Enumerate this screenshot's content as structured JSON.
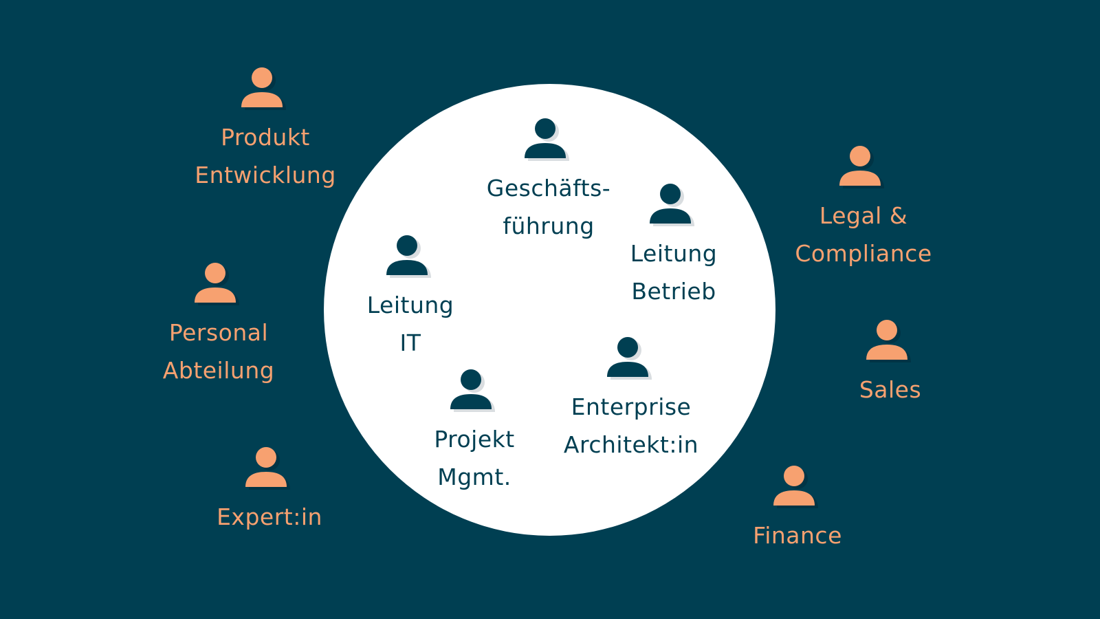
{
  "colors": {
    "background": "#003f52",
    "circle": "#ffffff",
    "outer_icon": "#f7a170",
    "inner_icon": "#003f52",
    "icon_shadow": "#d9dde0"
  },
  "icon": "person-icon",
  "inner_roles": [
    {
      "line1": "Geschäfts-",
      "line2": "führung"
    },
    {
      "line1": "Leitung",
      "line2": "Betrieb"
    },
    {
      "line1": "Leitung",
      "line2": "IT"
    },
    {
      "line1": "Enterprise",
      "line2": "Architekt:in"
    },
    {
      "line1": "Projekt",
      "line2": "Mgmt."
    }
  ],
  "outer_roles": [
    {
      "line1": "Produkt",
      "line2": "Entwicklung"
    },
    {
      "line1": "Personal",
      "line2": "Abteilung"
    },
    {
      "line1": "Expert:in",
      "line2": ""
    },
    {
      "line1": "Legal &",
      "line2": "Compliance"
    },
    {
      "line1": "Sales",
      "line2": ""
    },
    {
      "line1": "Finance",
      "line2": ""
    }
  ]
}
